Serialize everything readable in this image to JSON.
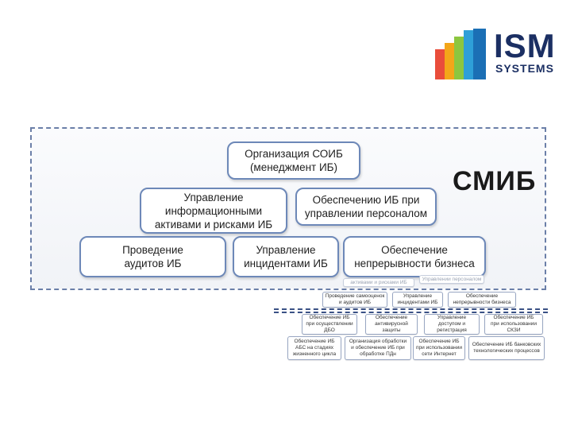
{
  "logo": {
    "name": "ISM",
    "subtitle": "SYSTEMS",
    "colors": [
      "#2e9fd8",
      "#8cc63f",
      "#f3a619",
      "#e94d3b",
      "#1b2f63"
    ]
  },
  "frame_label": "СМИБ",
  "boxes": {
    "org": "Организация СОИБ\n(менеджмент ИБ)",
    "assets": "Управление\nинформационными\nактивами и рисками ИБ",
    "personnel": "Обеспечению ИБ при\nуправлении персоналом",
    "audits": "Проведение\nаудитов ИБ",
    "incidents": "Управление\nинцидентами ИБ",
    "continuity": "Обеспечение\nнепрерывности бизнеса"
  },
  "faded": {
    "top_row": [
      "активами и рисками ИБ",
      "Управлении персоналом"
    ],
    "row1": [
      "Проведение самооценок\nи аудитов ИБ",
      "Управление\nинцидентами ИБ",
      "Обеспечение\nнепрерывности бизнеса"
    ],
    "row2": [
      "Обеспечение ИБ\nпри осуществлении\nДБО",
      "Обеспечение\nантивирусной\nзащиты",
      "Управление\nдоступом и\nрегистрация",
      "Обеспечение ИБ\nпри использовании\nСКЗИ"
    ],
    "row3": [
      "Обеспечение ИБ\nАБС на стадиях\nжизненного цикла",
      "Организация обработки\nи обеспечение ИБ при\nобработке ПДн",
      "Обеспечение ИБ\nпри использовании\nсети Интернет",
      "Обеспечение ИБ банковских\nтехнологических процессов"
    ]
  }
}
